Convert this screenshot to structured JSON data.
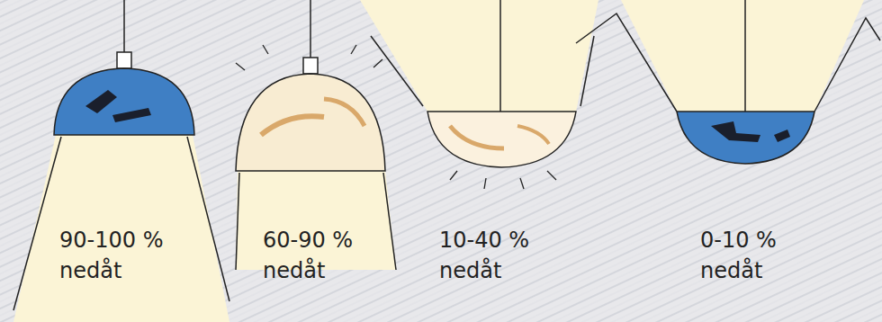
{
  "diagram": {
    "labels": [
      "90-100 % nedåt",
      "60-90 % nedåt",
      "10-40 % nedåt",
      "0-10 % nedåt"
    ]
  }
}
